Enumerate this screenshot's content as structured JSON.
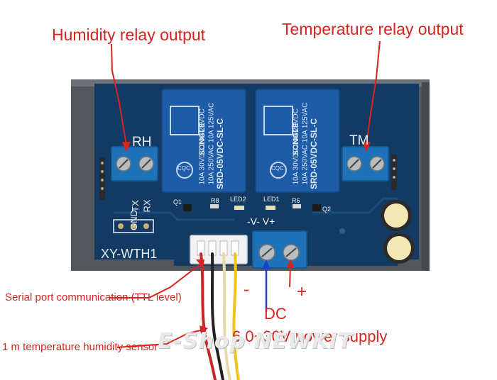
{
  "annotations": {
    "humidity_relay": "Humidity relay output",
    "temperature_relay": "Temperature relay output",
    "serial_port": "Serial port communication (TTL level)",
    "sensor": "1 m temperature humidity sensor",
    "dc": "DC",
    "power_supply": "6.0~30V power supply",
    "minus": "-",
    "plus": "+"
  },
  "board": {
    "model": "XY-WTH1",
    "rh_label": "RH",
    "tm_label": "TM",
    "pins": [
      "GND",
      "TX",
      "RX"
    ],
    "power_label": "-V- V+",
    "led1": "LED1",
    "led2": "LED2",
    "r6": "R6",
    "r8": "R8",
    "q1": "Q1",
    "q2": "Q2"
  },
  "relay": {
    "brand": "SONGLE",
    "model": "SRD-05VDC-SL-C",
    "rating1": "10A 250VAC 10A 125VAC",
    "rating2": "10A 30VDC 10A 28VDC",
    "cqc": "CQC"
  },
  "watermark": "E-Shop NEWKIT",
  "colors": {
    "annotation": "#d9231e",
    "pcb": "#123a62",
    "relay": "#1f5ca8",
    "terminal": "#1e73b8",
    "case": "#5c6064"
  }
}
